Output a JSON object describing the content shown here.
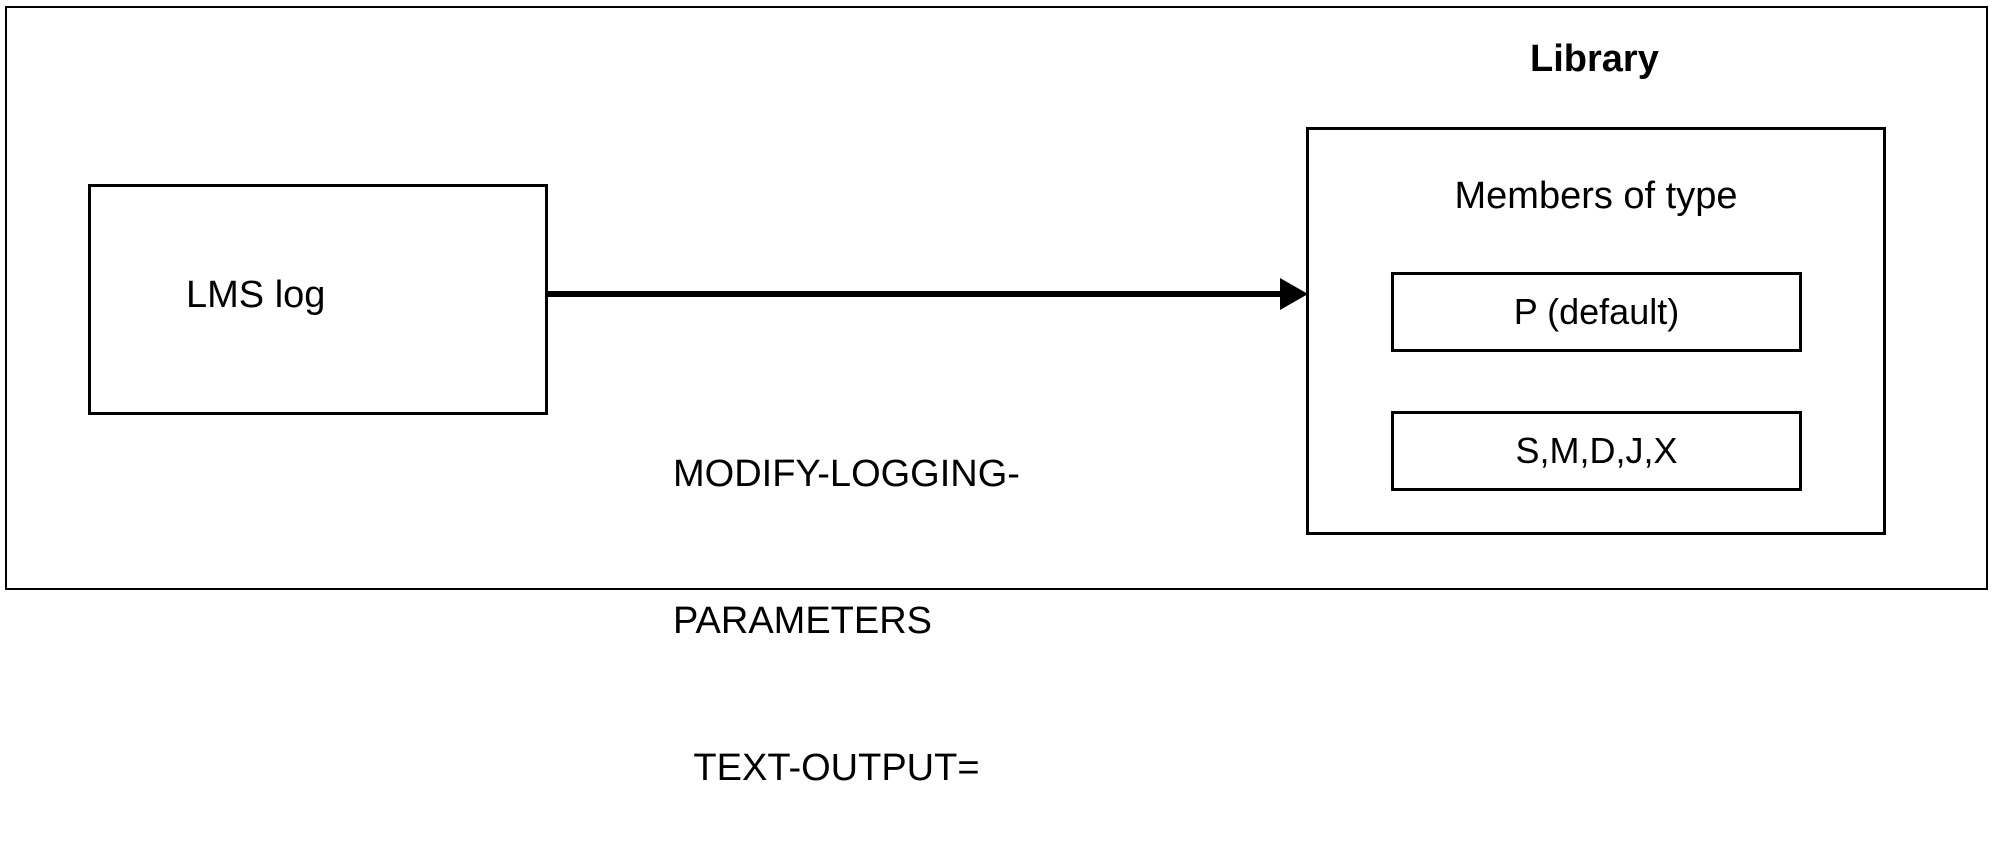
{
  "diagram": {
    "source_box": {
      "label": "LMS log"
    },
    "target": {
      "title": "Library",
      "box_label": "Members of type",
      "members": [
        {
          "label": "P (default)"
        },
        {
          "label": "S,M,D,J,X"
        }
      ]
    },
    "connection": {
      "command_lines": [
        "MODIFY-LOGGING-",
        "PARAMETERS",
        "  TEXT-OUTPUT="
      ]
    },
    "colors": {
      "stroke": "#000000",
      "background": "#ffffff"
    }
  }
}
